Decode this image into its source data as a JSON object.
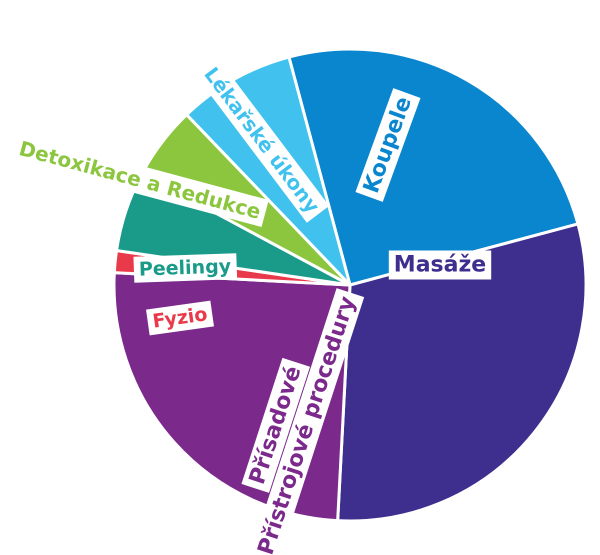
{
  "chart_data": {
    "type": "pie",
    "start_angle_deg": -105,
    "categories": [
      "Koupele",
      "Masáže",
      "Přísadové – Přístrojové procedury",
      "Fyzio",
      "Peelingy",
      "Detoxikace a Redukce",
      "Lékařské úkony"
    ],
    "values": [
      25,
      30,
      25,
      1.5,
      5.5,
      5,
      8
    ],
    "labels": [
      {
        "lines": [
          "Koupele"
        ]
      },
      {
        "lines": [
          "Masáže"
        ]
      },
      {
        "lines": [
          "Přísadové",
          "– Přístrojové procedury"
        ]
      },
      {
        "lines": [
          "Fyzio"
        ]
      },
      {
        "lines": [
          "Peelingy"
        ]
      },
      {
        "lines": [
          "Detoxikace a Redukce"
        ]
      },
      {
        "lines": [
          "Lékařské úkony"
        ]
      }
    ],
    "colors": [
      "#0a86cf",
      "#3e2f8f",
      "#7b2a8c",
      "#e83a4a",
      "#1a9b8a",
      "#8cc63f",
      "#41c2ee"
    ],
    "label_colors": [
      "#0a86cf",
      "#3e2f8f",
      "#7b2a8c",
      "#e83a4a",
      "#1a9b8a",
      "#8cc63f",
      "#41c2ee"
    ]
  }
}
